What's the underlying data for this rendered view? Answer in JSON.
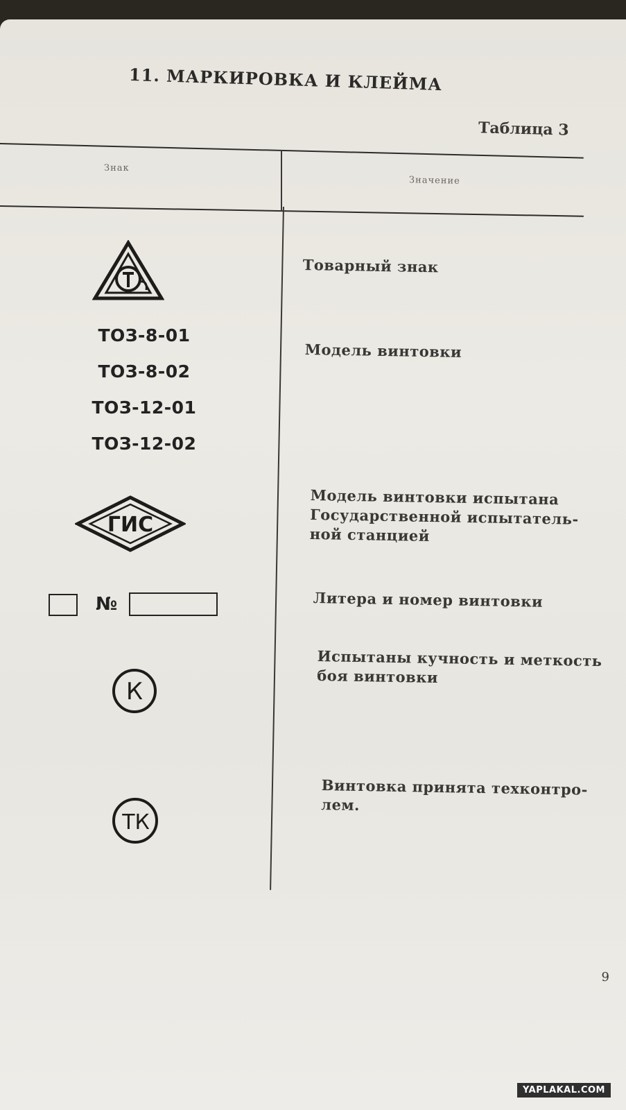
{
  "section": {
    "title": "11. МАРКИРОВКА И КЛЕЙМА"
  },
  "table": {
    "label": "Таблица 3",
    "headers": {
      "sign": "Знак",
      "meaning": "Значение"
    },
    "rows": [
      {
        "sign_icon": "trademark-triangle-icon",
        "meaning_lines": [
          "Товарный знак"
        ]
      },
      {
        "models": [
          "ТОЗ-8-01",
          "ТОЗ-8-02",
          "ТОЗ-12-01",
          "ТОЗ-12-02"
        ],
        "meaning_lines": [
          "Модель винтовки"
        ]
      },
      {
        "sign_icon": "gis-diamond-icon",
        "sign_text": "ГИС",
        "meaning_lines": [
          "Модель винтовки испытана",
          "Государственной испытатель-",
          "ной станцией"
        ]
      },
      {
        "sign_number_symbol": "№",
        "meaning_lines": [
          "Литера и номер винтовки"
        ]
      },
      {
        "sign_icon": "k-circle-icon",
        "sign_text": "К",
        "meaning_lines": [
          "Испытаны кучность и меткость",
          "боя винтовки"
        ]
      },
      {
        "sign_icon": "tk-circle-icon",
        "sign_text": "ТК",
        "meaning_lines": [
          "Винтовка принята техконтро-",
          "лем."
        ]
      }
    ]
  },
  "page_number": "9",
  "watermark": "YAPLAKAL.COM"
}
